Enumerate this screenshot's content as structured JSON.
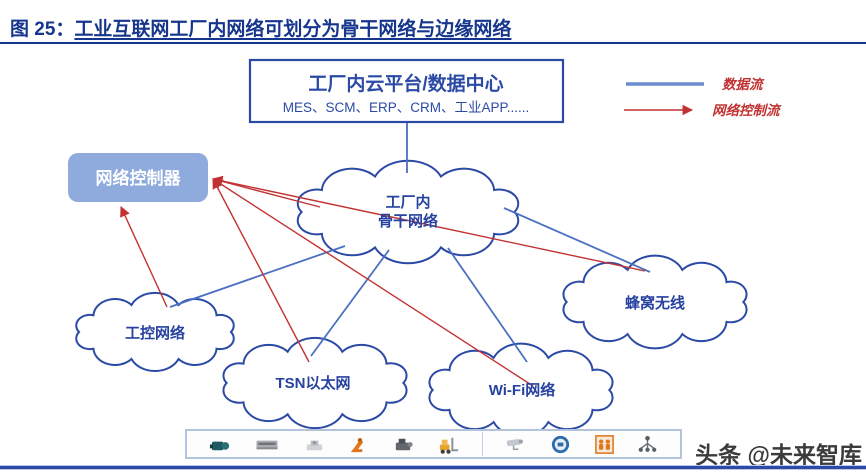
{
  "figure": {
    "label": "图 25：",
    "title": "工业互联网工厂内网络可划分为骨干网络与边缘网络"
  },
  "legend": {
    "data_flow_label": "数据流",
    "control_flow_label": "网络控制流",
    "data_flow_color": "#6b8cce",
    "control_flow_color": "#c23232"
  },
  "platform": {
    "title": "工厂内云平台/数据中心",
    "subtitle": "MES、SCM、ERP、CRM、工业APP......"
  },
  "controller": {
    "label": "网络控制器",
    "fill_color": "#8faadc"
  },
  "clouds": {
    "backbone": {
      "line1": "工厂内",
      "line2": "骨干网络"
    },
    "industrial": {
      "label": "工控网络"
    },
    "tsn": {
      "label": "TSN以太网"
    },
    "wifi": {
      "label": "Wi-Fi网络"
    },
    "cellular": {
      "label": "蜂窝无线"
    }
  },
  "devices": {
    "icons": [
      "pump-motor",
      "cnc-machine",
      "machined-part",
      "robot-arm",
      "engine",
      "forklift",
      "cctv-camera",
      "gauge-meter",
      "workers",
      "network-topology"
    ]
  },
  "watermark": {
    "text": "头条 @未来智库"
  },
  "colors": {
    "title_blue": "#16368e",
    "outline_blue": "#2b4aa5",
    "line_blue": "#4a70c4",
    "control_red": "#c23232",
    "controller_fill": "#8faadc"
  }
}
